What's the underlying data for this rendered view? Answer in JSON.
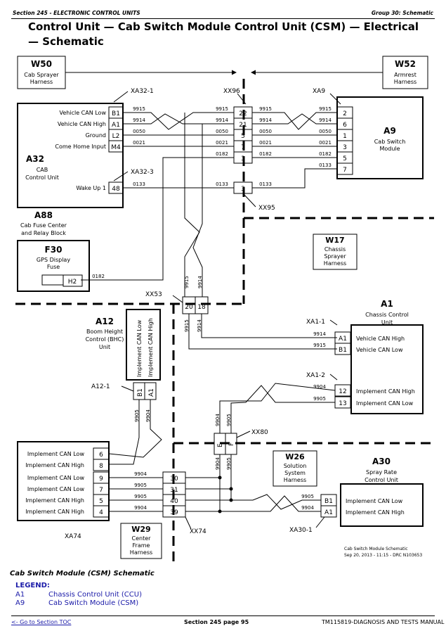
{
  "header": {
    "left": "Section 245 - ELECTRONIC CONTROL UNITS",
    "right": "Group 30: Schematic"
  },
  "title": "Control Unit — Cab Switch Module Control Unit (CSM) — Electrical — Schematic",
  "harnesses": {
    "w50": {
      "id": "W50",
      "name1": "Cab Sprayer",
      "name2": "Harness"
    },
    "w52": {
      "id": "W52",
      "name1": "Armrest",
      "name2": "Harness"
    },
    "w17": {
      "id": "W17",
      "name1": "Chassis",
      "name2": "Sprayer",
      "name3": "Harness"
    },
    "w26": {
      "id": "W26",
      "name1": "Solution",
      "name2": "System",
      "name3": "Harness"
    },
    "w29": {
      "id": "W29",
      "name1": "Center",
      "name2": "Frame",
      "name3": "Harness"
    }
  },
  "components": {
    "a32": {
      "id": "A32",
      "name1": "CAB",
      "name2": "Control Unit"
    },
    "a9": {
      "id": "A9",
      "name1": "Cab Switch",
      "name2": "Module"
    },
    "a88": {
      "id": "A88",
      "name1": "Cab Fuse Center",
      "name2": "and Relay Block"
    },
    "f30": {
      "id": "F30",
      "name1": "GPS Display",
      "name2": "Fuse"
    },
    "a12": {
      "id": "A12",
      "name1": "Boom Height",
      "name2": "Control (BHC)",
      "name3": "Unit"
    },
    "a1": {
      "id": "A1",
      "name1": "Chassis Control",
      "name2": "Unit"
    },
    "a30": {
      "id": "A30",
      "name1": "Spray Rate",
      "name2": "Control Unit"
    }
  },
  "connectors": {
    "xa32_1": "XA32-1",
    "xa32_3": "XA32-3",
    "xx96": "XX96",
    "xa9": "XA9",
    "xx95": "XX95",
    "xx53": "XX53",
    "xa1_1": "XA1-1",
    "xa1_2": "XA1-2",
    "a12_1": "A12-1",
    "xx80": "XX80",
    "xa74": "XA74",
    "xx74": "XX74",
    "xa30_1": "XA30-1"
  },
  "pins": {
    "a32": [
      "B1",
      "A1",
      "L2",
      "M4",
      "48"
    ],
    "xx96": [
      "22",
      "21",
      "5",
      "7",
      "3"
    ],
    "xx95": [
      "3"
    ],
    "a9": [
      "2",
      "6",
      "1",
      "3",
      "5",
      "7"
    ],
    "h2": "H2",
    "xx53": [
      "20",
      "18"
    ],
    "a1": [
      "A1",
      "B1",
      "12",
      "13"
    ],
    "a12": [
      "B1",
      "A1"
    ],
    "xx80": [
      "E",
      "F"
    ],
    "xa74": [
      "6",
      "8",
      "9",
      "7",
      "5",
      "4"
    ],
    "xx74": [
      "30",
      "31",
      "40",
      "39"
    ],
    "a30": [
      "B1",
      "A1"
    ]
  },
  "pin_labels": {
    "a32": [
      "Vehicle CAN Low",
      "Vehicle CAN High",
      "Ground",
      "Come Home Input",
      "Wake Up 1"
    ],
    "a1": [
      "Vehicle CAN High",
      "Vehicle CAN Low",
      "Implement CAN High",
      "Implement CAN Low"
    ],
    "a12": [
      "Implement CAN Low",
      "Implement CAN High"
    ],
    "xa74": [
      "Implement CAN Low",
      "Implement CAN High",
      "Implement CAN Low",
      "Implement CAN Low",
      "Implement CAN High",
      "Implement CAN High"
    ],
    "a30": [
      "Implement CAN Low",
      "Implement CAN High"
    ]
  },
  "wires": {
    "left": [
      "9915",
      "9914",
      "0050",
      "0021",
      "0182",
      "0133"
    ],
    "right": [
      "9915",
      "9914",
      "0050",
      "0021",
      "0182",
      "0133"
    ],
    "a9_extra": [
      "0182",
      "0133"
    ],
    "f30": "0182",
    "xx53": [
      "9915",
      "9914"
    ],
    "xx53_low": [
      "9915",
      "9914"
    ],
    "a1": [
      "9914",
      "9915",
      "9904",
      "9905"
    ],
    "a12": [
      "9905",
      "9904"
    ],
    "xx80": [
      "9904",
      "9905"
    ],
    "xx80_low": [
      "9904",
      "9905"
    ],
    "xa74": [
      "9904",
      "9905",
      "9905",
      "9904"
    ],
    "a30": [
      "9905",
      "9904"
    ]
  },
  "diagram_meta": {
    "line1": "Cab Switch Module Schematic",
    "line2": "Sep 20, 2013 - 11:15 - DRC  N103653"
  },
  "caption": "Cab Switch Module (CSM) Schematic",
  "legend": {
    "title": "LEGEND:",
    "items": [
      {
        "key": "A1",
        "value": "Chassis Control Unit (CCU)"
      },
      {
        "key": "A9",
        "value": "Cab Switch Module (CSM)"
      }
    ]
  },
  "footer": {
    "toc_link": "<- Go to Section TOC",
    "page": "Section 245 page 95",
    "manual": "TM115819-DIAGNOSIS AND TESTS MANUAL"
  }
}
